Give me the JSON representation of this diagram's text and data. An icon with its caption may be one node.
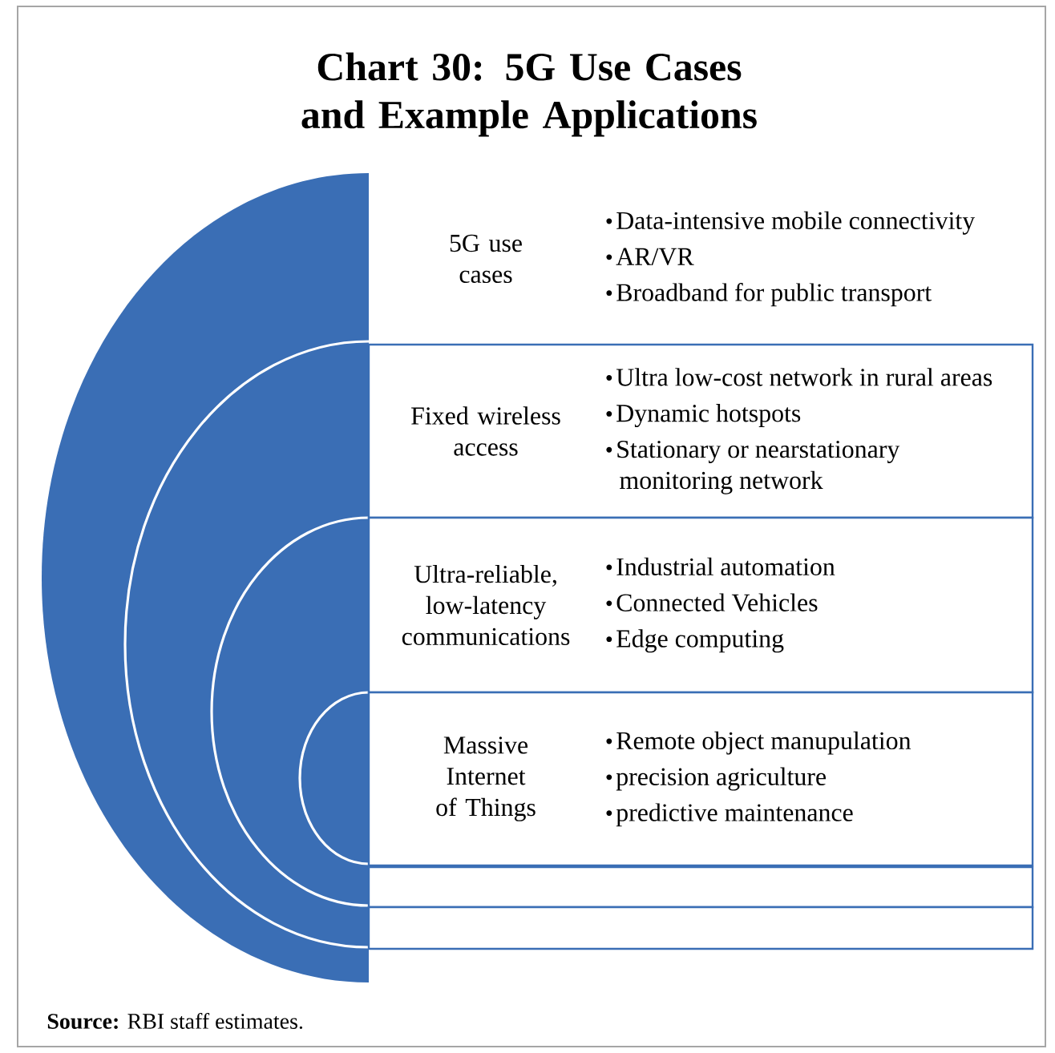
{
  "diagram": {
    "title": "Chart 30: 5G Use Cases and Example Applications",
    "nodes": [
      {
        "text": [
          "5G use cases",
          "Data-intensive mobile connectivity",
          "AR/VR",
          "Broadband for public transport"
        ]
      },
      {
        "text": [
          "Fixed wireless access",
          "Ultra low-cost network in rural areas",
          "Dynamic hotspots",
          "Stationary or nearstationary monitoring network"
        ]
      },
      {
        "text": [
          "Ultra-reliable, low-latency communications",
          "Industrial automation",
          "Connected Vehicles",
          "Edge computing"
        ]
      },
      {
        "text": [
          "Massive Internet of Things",
          "Remote object manupulation",
          "precision agriculture",
          "predictive maintenance"
        ]
      },
      {
        "text": [],
        "shape": "box"
      },
      {
        "text": [],
        "shape": "box"
      }
    ],
    "labels": [
      "**Source:** RBI staff estimates."
    ]
  }
}
